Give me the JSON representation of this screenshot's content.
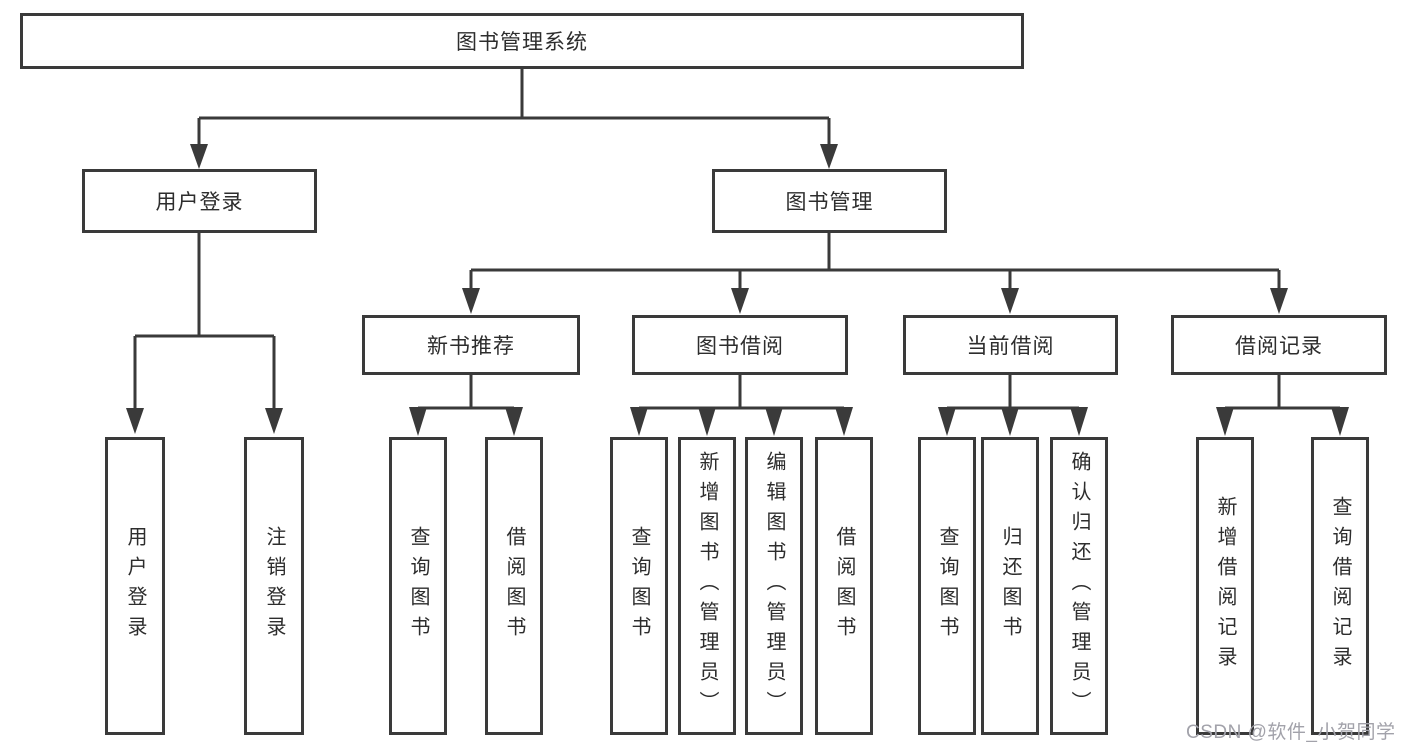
{
  "diagram": {
    "root": {
      "label": "图书管理系统"
    },
    "level2": [
      {
        "label": "用户登录"
      },
      {
        "label": "图书管理"
      }
    ],
    "level3": [
      {
        "label": "新书推荐"
      },
      {
        "label": "图书借阅"
      },
      {
        "label": "当前借阅"
      },
      {
        "label": "借阅记录"
      }
    ],
    "leaves": [
      {
        "label": "用户登录"
      },
      {
        "label": "注销登录"
      },
      {
        "label": "查询图书"
      },
      {
        "label": "借阅图书"
      },
      {
        "label": "查询图书"
      },
      {
        "label": "新增图书（管理员）"
      },
      {
        "label": "编辑图书（管理员）"
      },
      {
        "label": "借阅图书"
      },
      {
        "label": "查询图书"
      },
      {
        "label": "归还图书"
      },
      {
        "label": "确认归还（管理员）"
      },
      {
        "label": "新增借阅记录"
      },
      {
        "label": "查询借阅记录"
      }
    ]
  },
  "watermark": {
    "text": "CSDN @软件_小贺同学"
  },
  "colors": {
    "line": "#3a3a3a",
    "text": "#2d2d2d",
    "watermark": "#a2a2aa",
    "background": "#ffffff"
  }
}
